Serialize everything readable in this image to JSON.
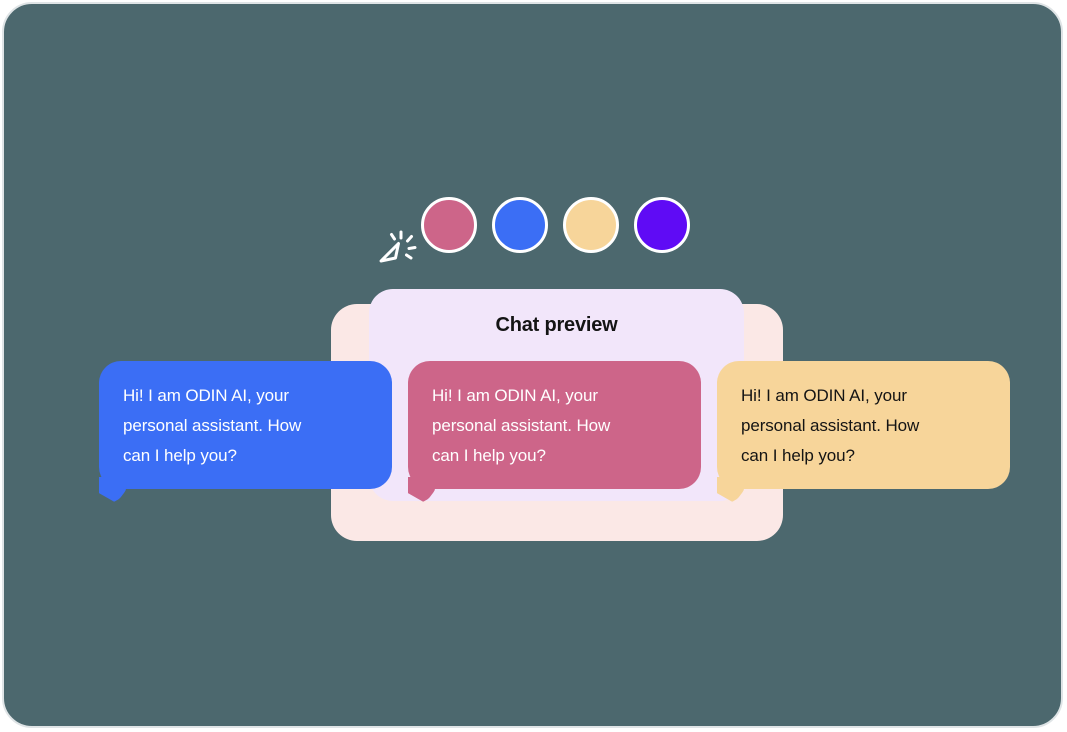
{
  "frame": {
    "background_color": "#4c686e",
    "border_color": "#dfe4e6"
  },
  "cursor": {
    "icon_name": "click-sparkle-cursor-icon",
    "color": "#ffffff"
  },
  "swatches": [
    {
      "name": "color-swatch-pink",
      "color": "#cd6589"
    },
    {
      "name": "color-swatch-blue",
      "color": "#3b6ef5"
    },
    {
      "name": "color-swatch-yellow",
      "color": "#f7d59a"
    },
    {
      "name": "color-swatch-violet",
      "color": "#5f0bf5"
    }
  ],
  "card": {
    "title": "Chat preview",
    "inner_background": "#f2e6fa",
    "outer_background": "#fbe8e6"
  },
  "bubbles": [
    {
      "id": "chat-bubble-blue",
      "text": "Hi! I am ODIN AI, your\npersonal assistant. How\ncan I help you?",
      "background": "#3b6ef5",
      "text_color": "#ffffff"
    },
    {
      "id": "chat-bubble-pink",
      "text": "Hi! I am ODIN AI, your\npersonal assistant. How\ncan I help you?",
      "background": "#cd6589",
      "text_color": "#ffffff"
    },
    {
      "id": "chat-bubble-yellow",
      "text": "Hi! I am ODIN AI, your\npersonal assistant. How\ncan I help you?",
      "background": "#f7d59a",
      "text_color": "#141414"
    }
  ]
}
